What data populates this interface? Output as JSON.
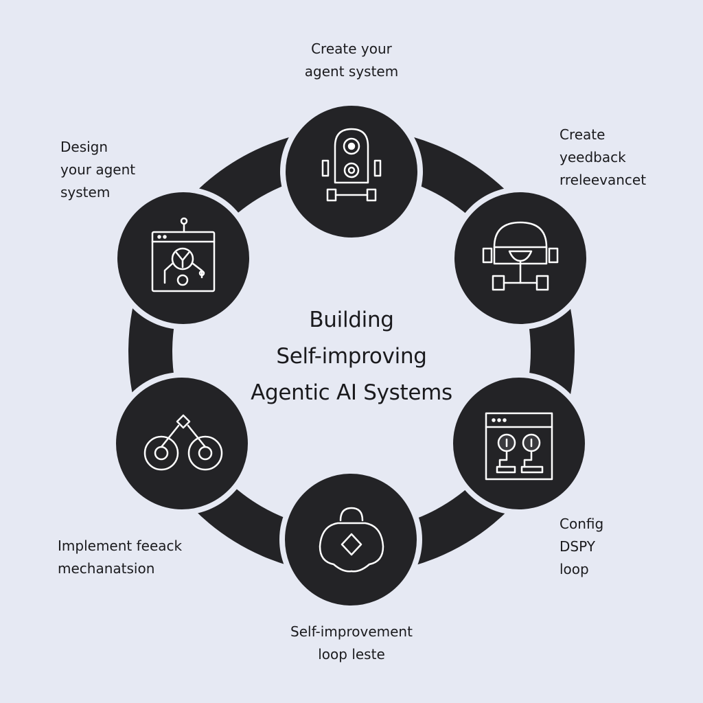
{
  "diagram": {
    "title_lines": [
      "Building",
      "Self-improving",
      "Agentic AI Systems"
    ],
    "nodes": [
      {
        "id": "top",
        "lines": [
          "Create your",
          "agent system"
        ],
        "icon": "robot-icon"
      },
      {
        "id": "top-right",
        "lines": [
          "Create",
          "yeedback",
          "rreleevancet"
        ],
        "icon": "robot-head-icon"
      },
      {
        "id": "bottom-right",
        "lines": [
          "Config",
          "DSPY",
          "loop"
        ],
        "icon": "browser-window-flow-icon"
      },
      {
        "id": "bottom",
        "lines": [
          "Self-improvement",
          "loop leste"
        ],
        "icon": "diamond-blob-icon"
      },
      {
        "id": "bottom-left",
        "lines": [
          "Implement feeack",
          "mechanatsion"
        ],
        "icon": "bicycle-nodes-icon"
      },
      {
        "id": "top-left",
        "lines": [
          "Design",
          "your agent",
          "system"
        ],
        "icon": "browser-robot-icon"
      }
    ],
    "colors": {
      "background": "#e6e9f3",
      "ring": "#232326",
      "node_fill": "#232326",
      "node_outline": "#e6e9f3",
      "icon_stroke": "#ffffff",
      "text": "#1a1a1d"
    }
  }
}
